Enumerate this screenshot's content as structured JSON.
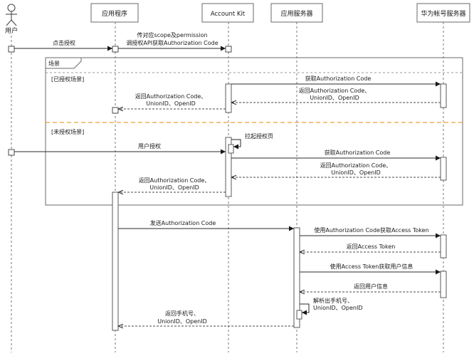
{
  "participants": {
    "user": "用户",
    "app": "应用程序",
    "account_kit": "Account Kit",
    "app_server": "应用服务器",
    "huawei_server": "华为帐号服务器"
  },
  "frame": {
    "label": "场景",
    "group_authorized": "[已授权场景]",
    "group_unauthorized": "[未授权场景]"
  },
  "messages": {
    "m1": "点击授权",
    "m2_line1": "传对应scope及permission",
    "m2_line2": "调授权API获取Authorization Code",
    "m3": "获取Authorization Code",
    "m4_line1": "返回Authorization Code、",
    "m4_line2": "UnionID、OpenID",
    "m5_line1": "返回Authorization Code、",
    "m5_line2": "UnionID、OpenID",
    "m6": "拉起授权页",
    "m7": "用户授权",
    "m8": "获取Authorization Code",
    "m9_line1": "返回Authorization Code、",
    "m9_line2": "UnionID、OpenID",
    "m10_line1": "返回Authorization Code、",
    "m10_line2": "UnionID、OpenID",
    "m11": "发送Authorization Code",
    "m12": "使用Authorization Code获取Access Token",
    "m13": "返回Access Token",
    "m14": "使用Access Token获取用户信息",
    "m15": "返回用户信息",
    "m16_line1": "解析出手机号、",
    "m16_line2": "UnionID、OpenID",
    "m17_line1": "返回手机号、",
    "m17_line2": "UnionID、OpenID"
  },
  "colors": {
    "separator": "#f0a030",
    "line": "#2a2a2a"
  }
}
